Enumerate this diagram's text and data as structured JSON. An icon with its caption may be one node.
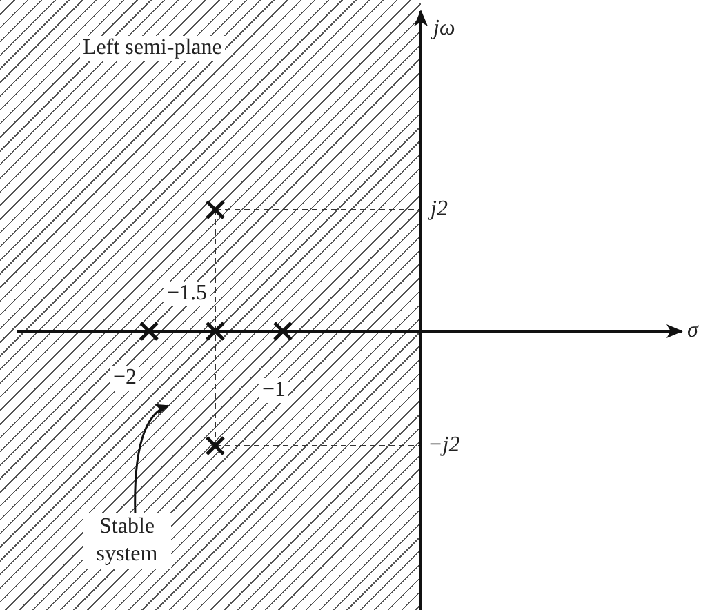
{
  "diagram": {
    "nodes": [
      {
        "text": [],
        "shape": "box"
      },
      {
        "text": [
          "Stable system"
        ],
        "in": 0
      }
    ],
    "edges": [
      {
        "from": 1,
        "to": 0,
        "arrow": "to"
      }
    ],
    "labels": [
      "jω",
      "Left semi-plane",
      "j2",
      "−1.5",
      "σ",
      "−2",
      "−1",
      "−j2"
    ]
  }
}
